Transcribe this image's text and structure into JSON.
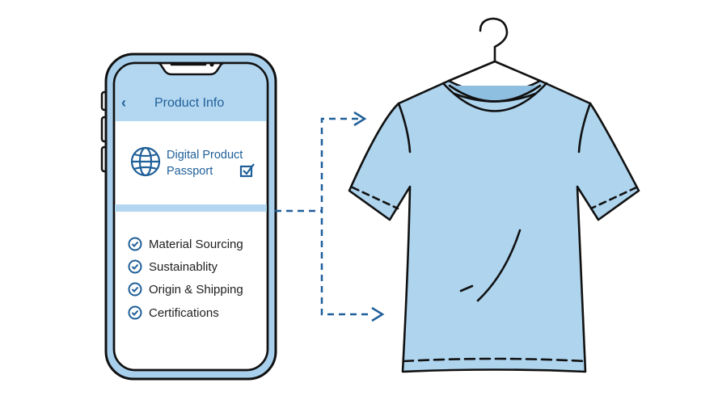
{
  "phone": {
    "header": {
      "back_icon": "chevron-left-icon",
      "title": "Product Info"
    },
    "passport": {
      "icon": "globe-icon",
      "title_line1": "Digital Product",
      "title_line2": "Passport",
      "status_icon": "checkbox-checked-icon"
    },
    "checklist": [
      {
        "icon": "check-circle-icon",
        "label": "Material Sourcing"
      },
      {
        "icon": "check-circle-icon",
        "label": "Sustainablity"
      },
      {
        "icon": "check-circle-icon",
        "label": "Origin & Shipping"
      },
      {
        "icon": "check-circle-icon",
        "label": "Certifications"
      }
    ]
  },
  "connector": {
    "style": "dashed",
    "targets": 2
  },
  "product": {
    "type": "t-shirt",
    "accessory": "hanger-icon"
  },
  "colors": {
    "accent": "#1f5f99",
    "fill": "#aed4ee",
    "frame": "#a8d0ec",
    "outline": "#111111"
  }
}
